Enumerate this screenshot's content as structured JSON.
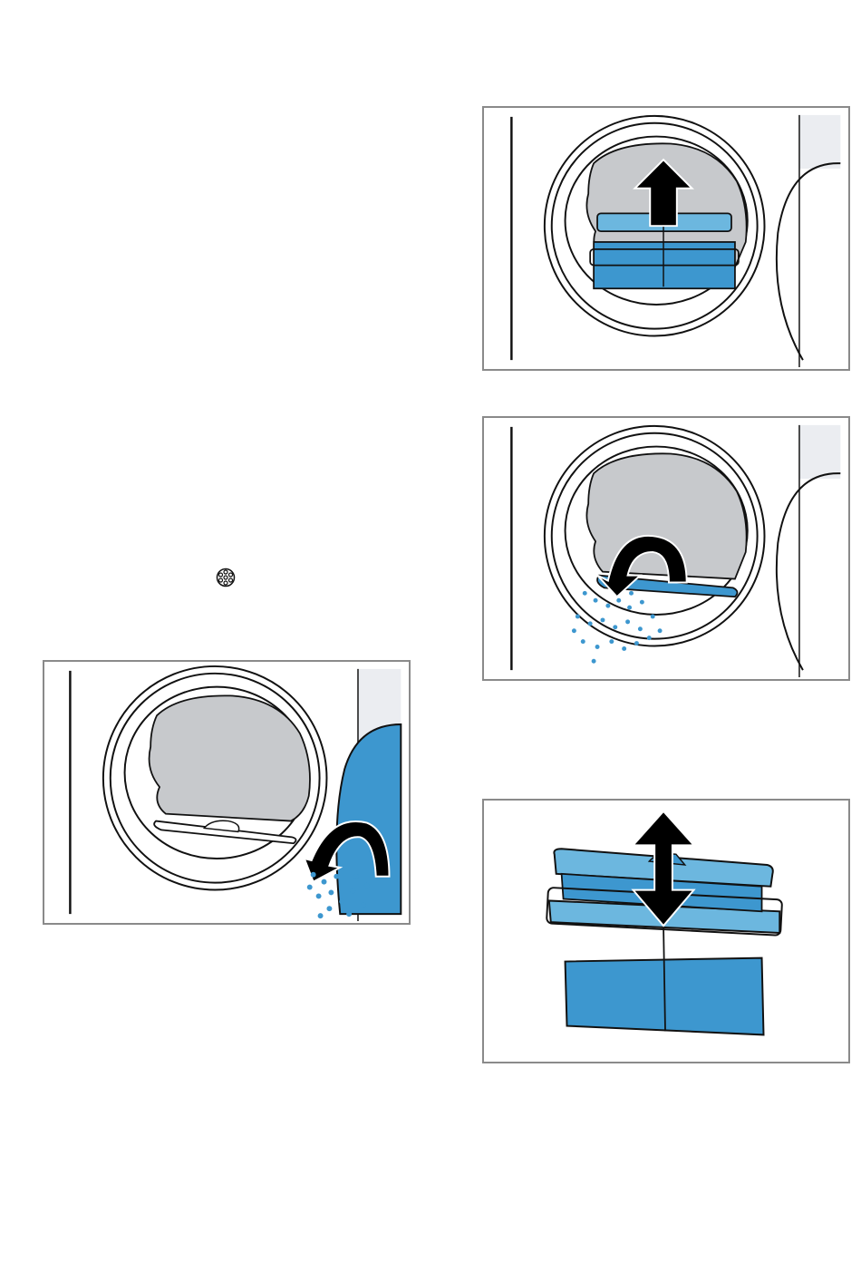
{
  "document": {
    "text_blocks": []
  },
  "inline_icon": {
    "name": "lint-filter-symbol-icon"
  },
  "illustrations": [
    {
      "name": "open-door-drum-illustration",
      "colors": {
        "door": "#3d97cf",
        "lint": "#3d97cf",
        "arrow": "#000000"
      }
    },
    {
      "name": "pull-filter-up-illustration",
      "colors": {
        "filter": "#3d97cf",
        "arrow": "#000000"
      }
    },
    {
      "name": "remove-lint-from-door-seal-illustration",
      "colors": {
        "lint": "#3d97cf",
        "arrow": "#000000"
      }
    },
    {
      "name": "open-filter-illustration",
      "colors": {
        "filter": "#3d97cf",
        "arrow": "#000000"
      }
    }
  ]
}
